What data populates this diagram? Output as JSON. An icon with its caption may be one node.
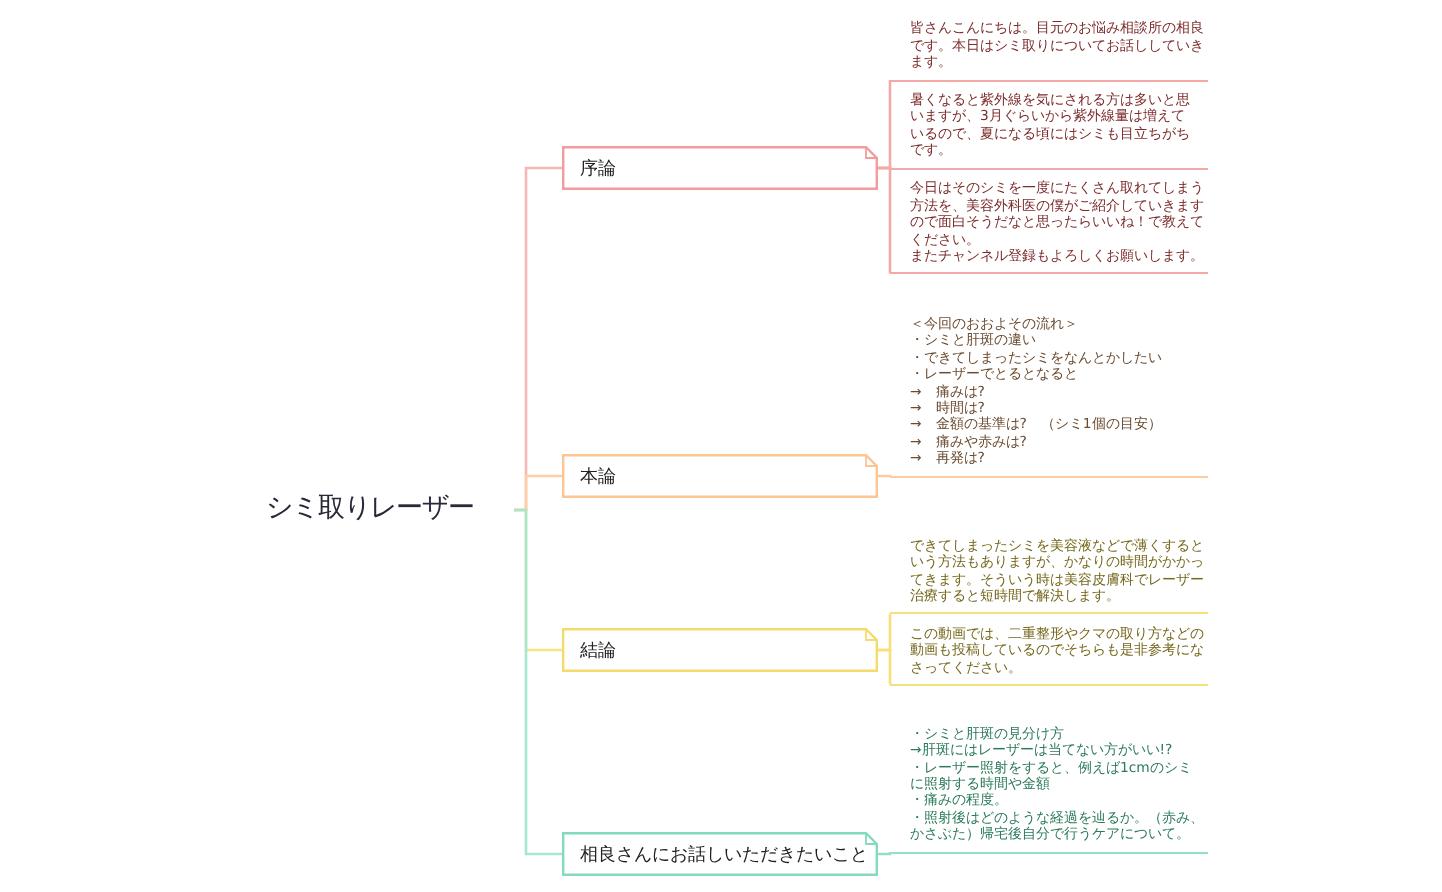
{
  "diagram": {
    "nodes": [
      {
        "text": [
          "シミ取りレーザー"
        ]
      },
      {
        "text": [
          "序論"
        ]
      },
      {
        "text": [
          "本論"
        ]
      },
      {
        "text": [
          "結論"
        ]
      },
      {
        "text": [
          "相良さんにお話しいただきたいこと"
        ]
      },
      {
        "text": [
          "皆さんこんにちは。目元のお悩み相談所の相良です。本日はシミ取りについてお話ししていきます。"
        ]
      },
      {
        "text": [
          "暑くなると紫外線を気にされる方は多いと思いますが、3月ぐらいから紫外線量は増えているので、夏になる頃にはシミも目立ちがちです。"
        ]
      },
      {
        "text": [
          "今日はそのシミを一度にたくさん取れてしまう方法を、美容外科医の僕がご紹介していきますので面白そうだなと思ったらいいね！で教えてください。",
          "またチャンネル登録もよろしくお願いします。"
        ]
      },
      {
        "text": [
          "＜今回のおおよその流れ＞",
          "・シミと肝斑の違い",
          "・できてしまったシミをなんとかしたい",
          "・レーザーでとるとなると",
          "→　痛みは?",
          "→　時間は?",
          "→　金額の基準は?　（シミ1個の目安）",
          "→　痛みや赤みは?",
          "→　再発は?"
        ]
      },
      {
        "text": [
          "できてしまったシミを美容液などで薄くするという方法もありますが、かなりの時間がかかってきます。そういう時は美容皮膚科でレーザー治療すると短時間で解決します。"
        ]
      },
      {
        "text": [
          "この動画では、二重整形やクマの取り方などの動画も投稿しているのでそちらも是非参考になさってください。"
        ]
      },
      {
        "text": [
          "・シミと肝斑の見分け方",
          "→肝斑にはレーザーは当てない方がいい!?",
          "・レーザー照射をすると、例えば1cmのシミに照射する時間や金額",
          "・痛みの程度。",
          "・照射後はどのような経過を辿るか。（赤み、かさぶた）帰宅後自分で行うケアについて。"
        ]
      }
    ],
    "edges": [
      {
        "from": 0,
        "to": 1,
        "arrow": "none",
        "color": "#f7b6b6"
      },
      {
        "from": 0,
        "to": 2,
        "arrow": "none",
        "color": "#fdcfa6"
      },
      {
        "from": 0,
        "to": 3,
        "arrow": "none",
        "color": "#f8e38a"
      },
      {
        "from": 0,
        "to": 4,
        "arrow": "none",
        "color": "#a3e8cf"
      },
      {
        "from": 1,
        "to": 5,
        "arrow": "none",
        "color": "#f5a8a8"
      },
      {
        "from": 1,
        "to": 6,
        "arrow": "none",
        "color": "#f5a8a8"
      },
      {
        "from": 1,
        "to": 7,
        "arrow": "none",
        "color": "#f5a8a8"
      },
      {
        "from": 2,
        "to": 8,
        "arrow": "none",
        "color": "#fccb9f"
      },
      {
        "from": 3,
        "to": 9,
        "arrow": "none",
        "color": "#f6e07a"
      },
      {
        "from": 3,
        "to": 10,
        "arrow": "none",
        "color": "#f6e07a"
      },
      {
        "from": 4,
        "to": 11,
        "arrow": "none",
        "color": "#94e0c4"
      }
    ]
  }
}
